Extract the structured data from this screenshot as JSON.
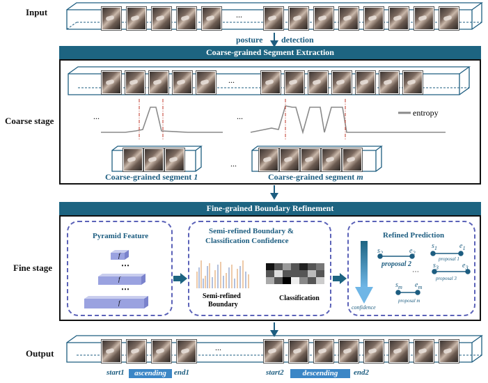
{
  "rows": {
    "input": "Input",
    "coarse": "Coarse stage",
    "fine": "Fine stage",
    "output": "Output"
  },
  "arrow_labels": {
    "left": "posture",
    "right": "detection"
  },
  "coarse": {
    "title": "Coarse-grained Segment Extraction",
    "legend": "entropy",
    "seg1_prefix": "Coarse-grained segment ",
    "seg1_idx": "1",
    "segm_prefix": "Coarse-grained segment ",
    "segm_idx": "m",
    "ellipsis": "..."
  },
  "fine": {
    "title": "Fine-grained Boundary Refinement",
    "pyramid": {
      "title": "Pyramid Feature",
      "f1": "f",
      "f2": "f",
      "f3": "f"
    },
    "semi": {
      "title1": "Semi-refined Boundary &",
      "title2": "Classification Confidence",
      "boundary1": "Semi-refined",
      "boundary2": "Boundary",
      "classification": "Classification"
    },
    "refined": {
      "title": "Refined Prediction",
      "confidence": "confidence",
      "p2": {
        "s": "s",
        "si": "2",
        "e": "e",
        "ei": "2",
        "label": "proposal 2"
      },
      "p1": {
        "s": "s",
        "si": "1",
        "e": "e",
        "ei": "1",
        "label": "proposal 1"
      },
      "p3": {
        "s": "s",
        "si": "3",
        "e": "e",
        "ei": "3",
        "label": "proposal 3"
      },
      "pm": {
        "s": "s",
        "si": "m",
        "e": "e",
        "ei": "m",
        "label": "proposal m"
      }
    }
  },
  "output": {
    "start1": "start1",
    "asc": "ascending",
    "end1": "end1",
    "start2": "start2",
    "desc": "descending",
    "end2": "end2"
  },
  "colors": {
    "bar": "#1d6481",
    "dash": "#5b62b8",
    "accent": "#3b86c6",
    "entropy": "#8a8a8a",
    "marker": "#c0392b"
  }
}
